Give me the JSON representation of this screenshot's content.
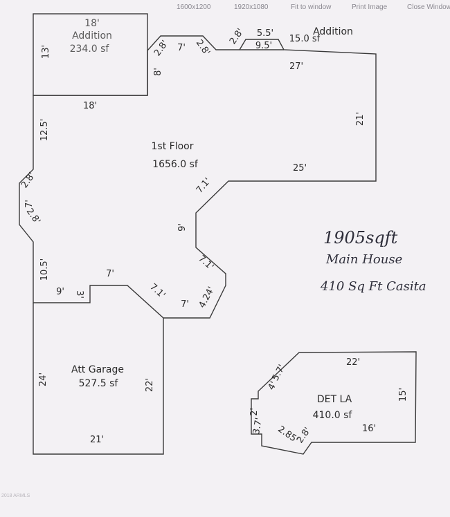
{
  "toolbar": {
    "items": [
      "1600x1200",
      "1920x1080",
      "Fit to window",
      "Print Image",
      "Close Window"
    ]
  },
  "floorplan": {
    "addition_top": {
      "width_label": "18'",
      "name": "Addition",
      "area": "234.0 sf",
      "side_label": "13'",
      "bottom_label": "18'"
    },
    "addition_small": {
      "name": "Addition",
      "area": "15.0 sf",
      "top_label": "5.5'",
      "inner_label": "9.5'",
      "diag_label": "2.8'"
    },
    "first_floor": {
      "name": "1st Floor",
      "area": "1656.0 sf",
      "dims": {
        "top_diag_left": "2.8'",
        "top_flat": "7'",
        "top_diag_right": "2.8'",
        "eight": "8'",
        "right_top": "27'",
        "right_side": "21'",
        "bottom_right": "25'",
        "diag_71_top": "7.1'",
        "nine_vertical": "9'",
        "diag_71_bottom": "7.1'",
        "diag_424": "4.24'",
        "seven_bottom": "7'",
        "diag_71_mid": "7.1'",
        "seven_notch": "7'",
        "three_notch": "3'",
        "nine_notch": "9'",
        "left_lower": "10.5'",
        "left_diag_a": "2.8'",
        "left_flat": "7'",
        "left_diag_b": "2.8'",
        "left_upper": "12.5'"
      }
    },
    "garage": {
      "name": "Att Garage",
      "area": "527.5 sf",
      "left_label": "24'",
      "right_label": "22'",
      "bottom_label": "21'"
    },
    "casita": {
      "name": "DET LA",
      "area": "410.0 sf",
      "dims": {
        "top": "22'",
        "right": "15'",
        "bottom": "16'",
        "diag_upper": "5.7'",
        "small_4": "4'",
        "left_2": "2'",
        "left_37": "3.7'",
        "diag_285": "2.85'",
        "diag_28": "2.8'"
      }
    }
  },
  "handwritten_notes": {
    "total": "1905sqft",
    "main": "Main House",
    "casita": "410 Sq Ft Casita"
  },
  "watermark": "2018 ARMLS"
}
